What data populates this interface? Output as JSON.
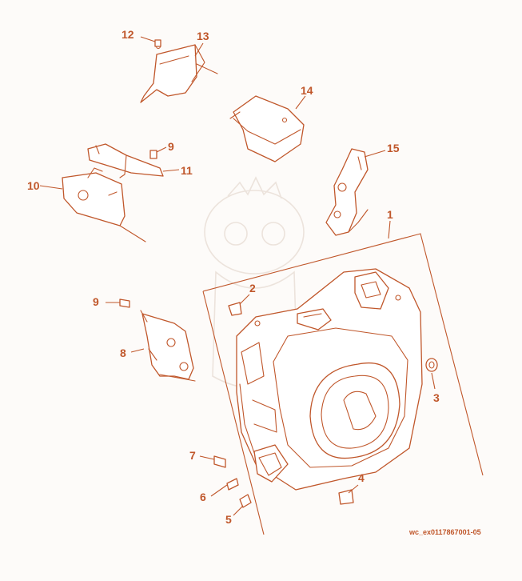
{
  "diagram": {
    "ref_code": "wc_ex0117867001-05",
    "callouts": {
      "c1": "1",
      "c2": "2",
      "c3": "3",
      "c4": "4",
      "c5": "5",
      "c6": "6",
      "c7": "7",
      "c8": "8",
      "c9a": "9",
      "c9b": "9",
      "c10": "10",
      "c11": "11",
      "c12": "12",
      "c13": "13",
      "c14": "14",
      "c15": "15"
    }
  }
}
